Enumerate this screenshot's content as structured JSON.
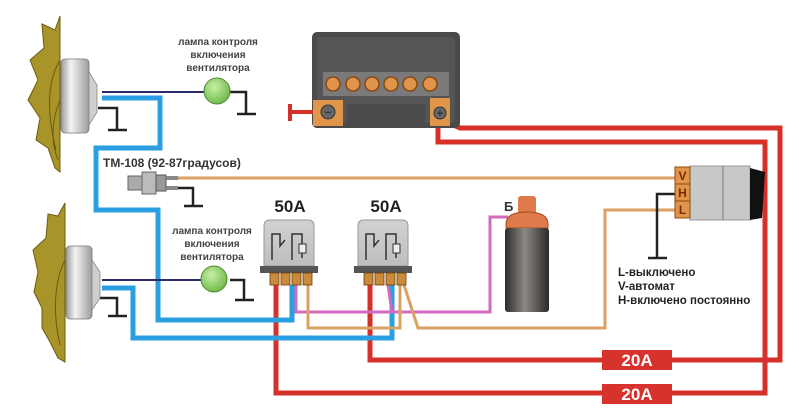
{
  "title": "Схема подключения электровентиляторов через реле",
  "labels": {
    "lamp_top": [
      "лампа контроля",
      "включения",
      "вентилятора"
    ],
    "lamp_bottom": [
      "лампа контроля",
      "включения",
      "вентилятора"
    ],
    "sensor": "ТМ-108 (92-87градусов)",
    "relay_1": "50А",
    "relay_2": "50А",
    "coil_terminal": "Б",
    "switch_pins": [
      "V",
      "H",
      "L"
    ],
    "legend": [
      "L-выключено",
      "V-автомат",
      "H-включено постоянно"
    ],
    "fuse_1": "20А",
    "fuse_2": "20А",
    "battery_neg": "−",
    "battery_pos": "+"
  },
  "colors": {
    "power_wire": "#d6302b",
    "fan_wire": "#2a9ee0",
    "signal_wire": "#d06bbf",
    "control_wire": "#d9a262",
    "lamp_wire": "#2b2a6b",
    "ground": "#222222",
    "fuse": "#d8322c",
    "lamp": "#8fd16a",
    "battery": "#4a4a4a",
    "terminal": "#e0954a"
  }
}
